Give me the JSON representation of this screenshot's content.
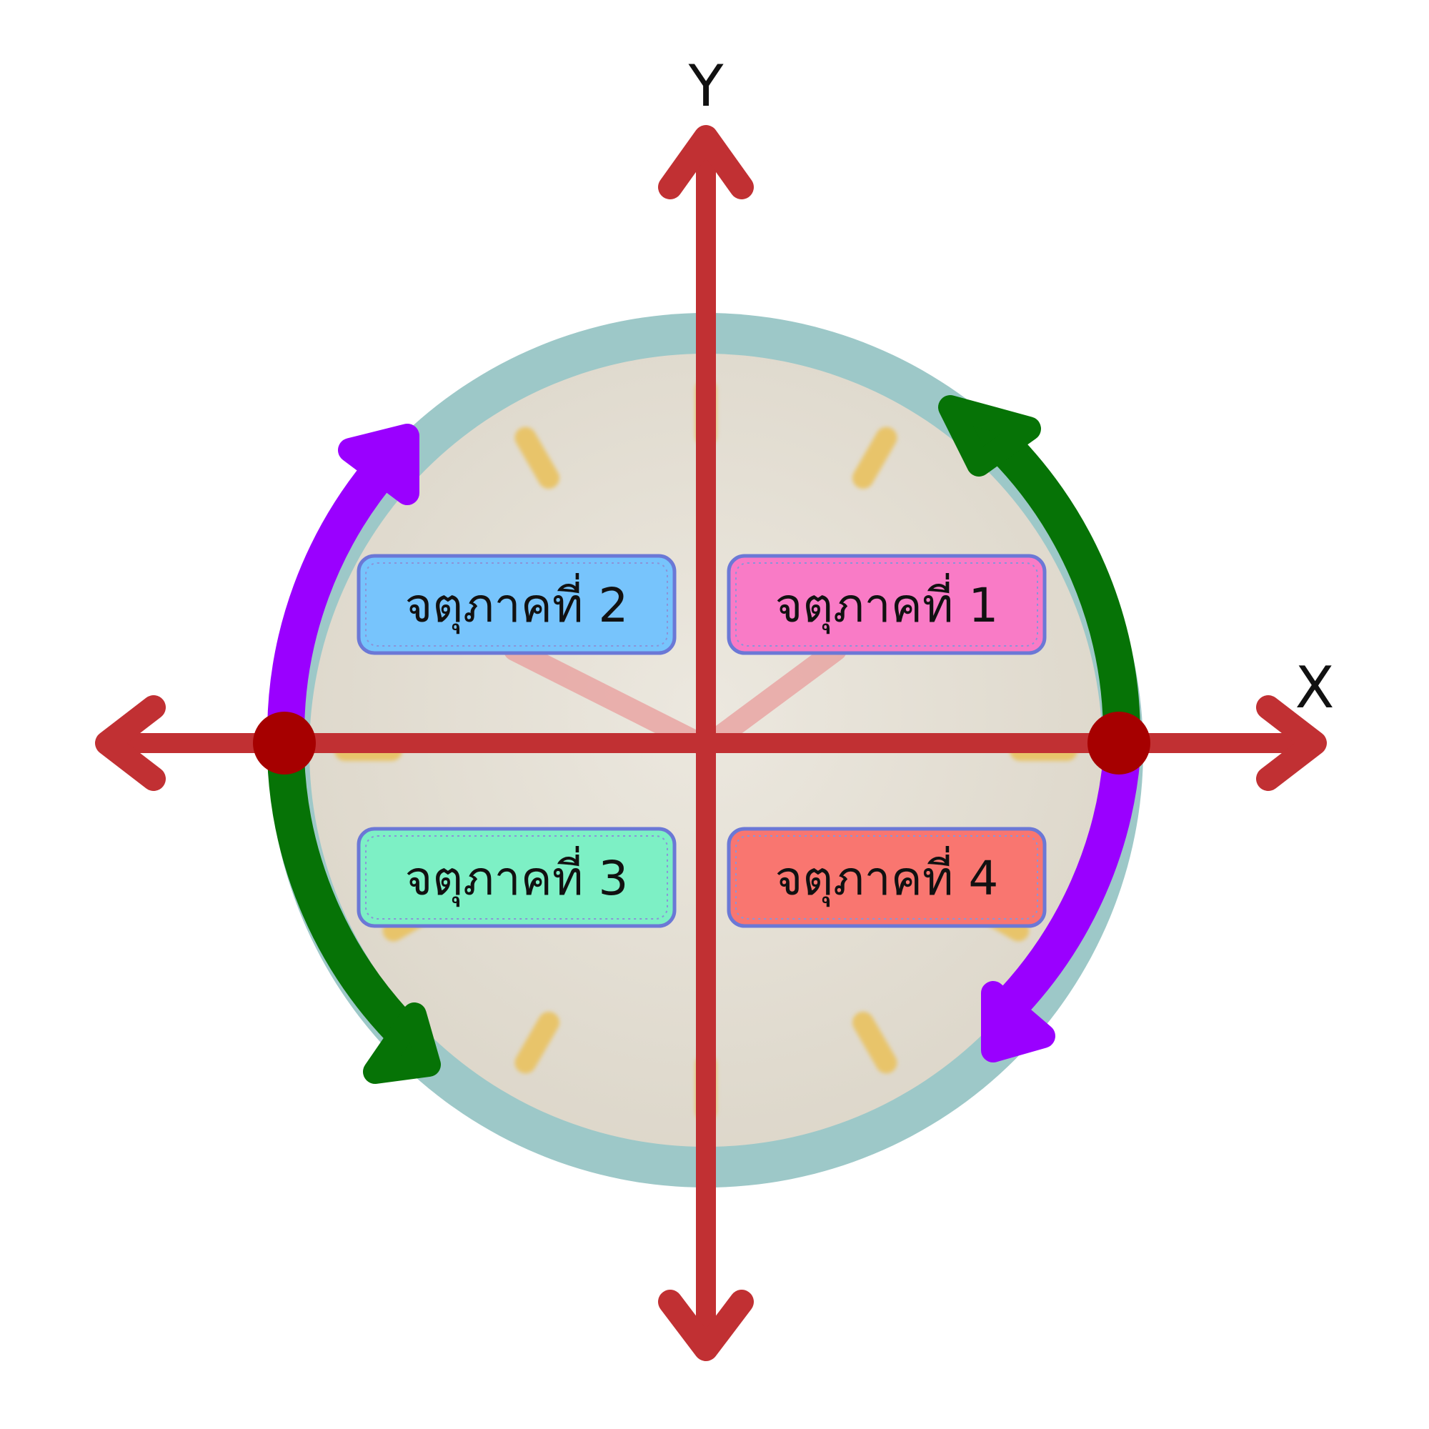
{
  "axes": {
    "x_label": "X",
    "y_label": "Y",
    "color": "#c13033"
  },
  "quadrants": [
    {
      "label": "จตุภาคที่ 1",
      "color": "#f97bc6"
    },
    {
      "label": "จตุภาคที่ 2",
      "color": "#77c4fc"
    },
    {
      "label": "จตุภาคที่ 3",
      "color": "#7df0c5"
    },
    {
      "label": "จตุภาคที่ 4",
      "color": "#f97670"
    }
  ],
  "quadrant_box_border": "#6b78d6",
  "rotation_arrows": [
    {
      "name": "counterclockwise-arrow-q1",
      "color": "#067306"
    },
    {
      "name": "clockwise-arrow-q2",
      "color": "#9a00ff"
    },
    {
      "name": "counterclockwise-arrow-q3",
      "color": "#067306"
    },
    {
      "name": "clockwise-arrow-q4",
      "color": "#9a00ff"
    }
  ],
  "intercept_dot_color": "#a60000",
  "clock": {
    "rim_color": "#9dc8c8",
    "face_color": "#e7e2d8",
    "tick_color": "#e8c46a",
    "hand_color": "#e9a6a4"
  }
}
